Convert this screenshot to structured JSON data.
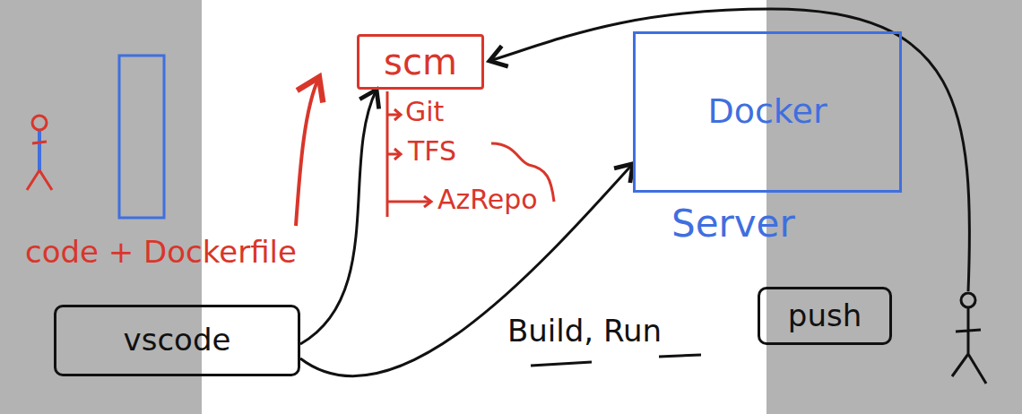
{
  "diagram": {
    "nodes": [
      {
        "text": [
          "scm"
        ]
      },
      {
        "text": [
          "Docker",
          "Server"
        ]
      },
      {
        "text": [
          "vscode"
        ]
      },
      {
        "text": [
          "push"
        ]
      }
    ],
    "edges": [
      {
        "from": 2,
        "to": 0,
        "arrow": "to"
      },
      {
        "from": 2,
        "to": 1,
        "arrow": "to"
      }
    ],
    "labels": [
      "Git",
      "TFS",
      "AzRepo",
      "code + Dockerfile",
      "Build, Run"
    ]
  }
}
